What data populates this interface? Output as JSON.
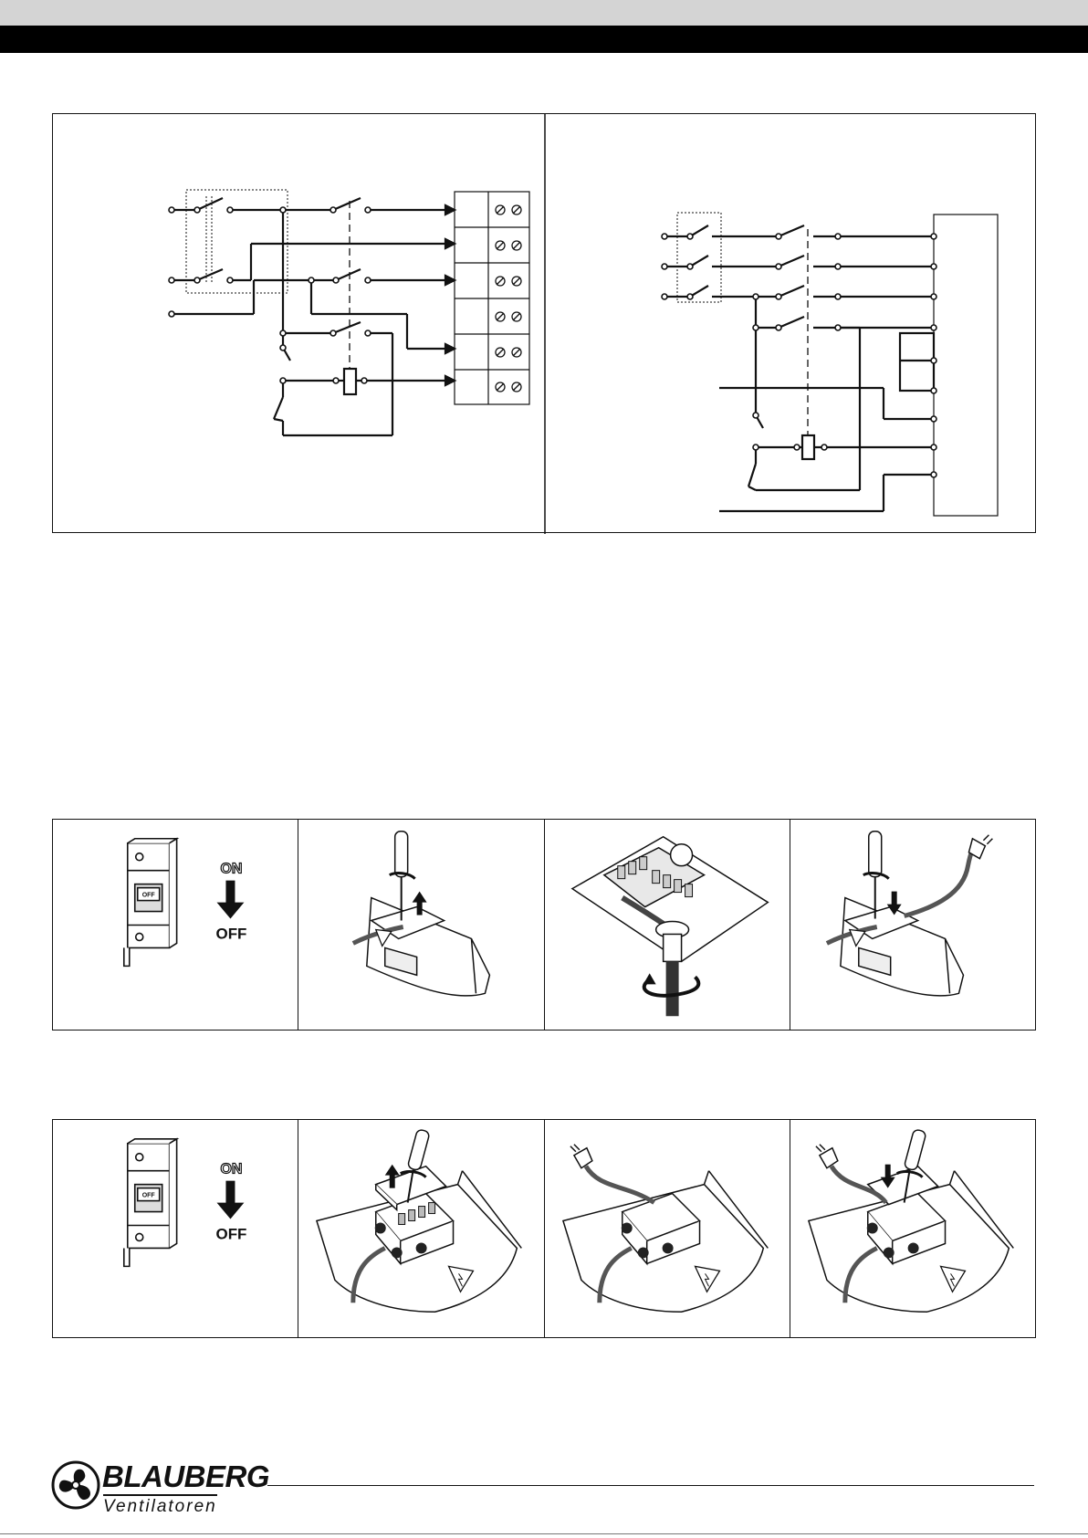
{
  "steps_row_1": {
    "on_label": "ON",
    "off_label": "OFF",
    "breaker_label": "OFF"
  },
  "steps_row_2": {
    "on_label": "ON",
    "off_label": "OFF",
    "breaker_label": "OFF"
  },
  "brand": {
    "name": "BLAUBERG",
    "sub": "Ventilatoren"
  },
  "icons": [
    "fan-logo-icon",
    "screwdriver-icon",
    "arrow-down-icon",
    "warning-triangle-icon",
    "plug-icon"
  ]
}
